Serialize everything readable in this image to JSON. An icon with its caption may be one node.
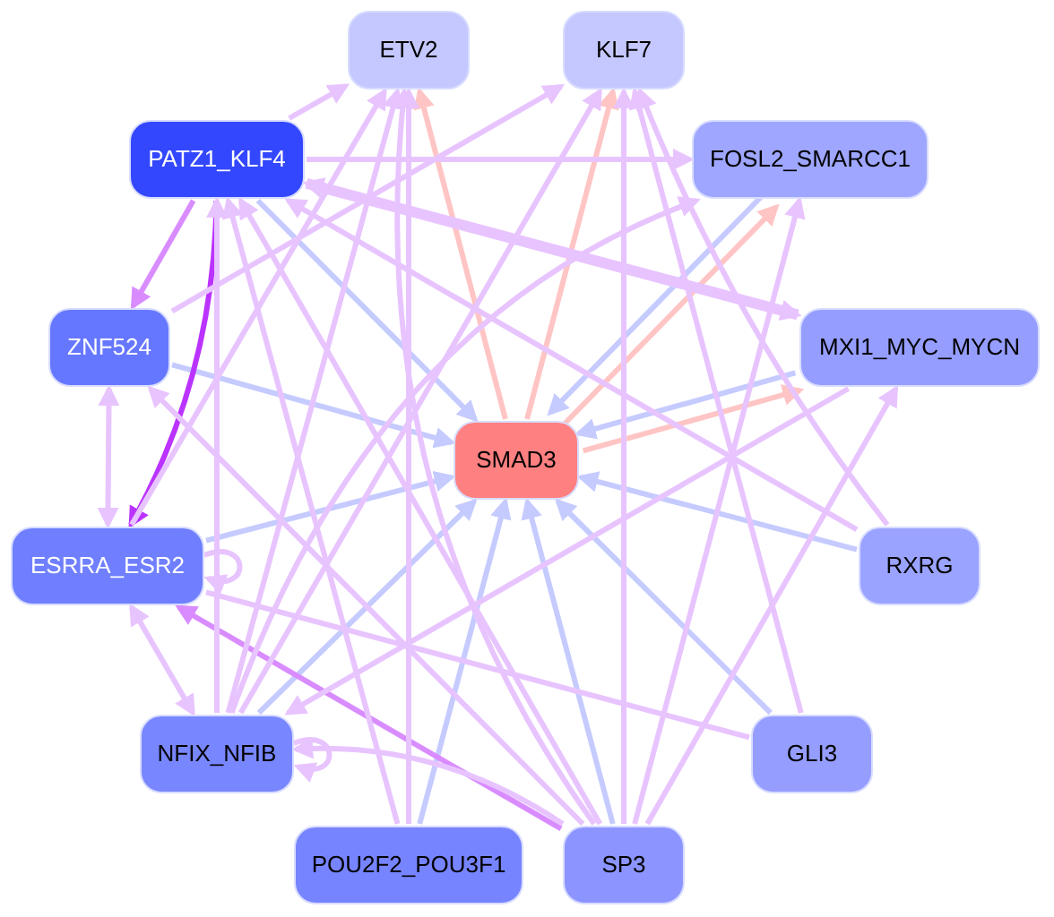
{
  "diagram": {
    "nodes": [
      {
        "text": [
          "ETV2"
        ]
      },
      {
        "text": [
          "KLF7"
        ]
      },
      {
        "text": [
          "PATZ1_KLF4"
        ]
      },
      {
        "text": [
          "FOSL2_SMARCC1"
        ]
      },
      {
        "text": [
          "ZNF524"
        ]
      },
      {
        "text": [
          "SMAD3"
        ]
      },
      {
        "text": [
          "MXI1_MYC_MYCN"
        ]
      },
      {
        "text": [
          "ESRRA_ESR2"
        ]
      },
      {
        "text": [
          "RXRG"
        ]
      },
      {
        "text": [
          "NFIX_NFIB"
        ]
      },
      {
        "text": [
          "GLI3"
        ]
      },
      {
        "text": [
          "POU2F2_POU3F1"
        ]
      },
      {
        "text": [
          "SP3"
        ]
      }
    ],
    "edges": [
      {
        "from": 5,
        "to": 0,
        "arrow": "to",
        "color": "#ffc4c4"
      },
      {
        "from": 5,
        "to": 1,
        "arrow": "to",
        "color": "#ffc4c4"
      },
      {
        "from": 5,
        "to": 3,
        "arrow": "to",
        "color": "#ffc4c4"
      },
      {
        "from": 5,
        "to": 6,
        "arrow": "to",
        "color": "#ffc4c4"
      },
      {
        "from": 2,
        "to": 5,
        "arrow": "to",
        "color": "#c5cbff"
      },
      {
        "from": 4,
        "to": 5,
        "arrow": "to",
        "color": "#c5cbff"
      },
      {
        "from": 7,
        "to": 5,
        "arrow": "to",
        "color": "#c5cbff"
      },
      {
        "from": 9,
        "to": 5,
        "arrow": "to",
        "color": "#c5cbff"
      },
      {
        "from": 11,
        "to": 5,
        "arrow": "to",
        "color": "#c5cbff"
      },
      {
        "from": 12,
        "to": 5,
        "arrow": "to",
        "color": "#c5cbff"
      },
      {
        "from": 10,
        "to": 5,
        "arrow": "to",
        "color": "#c5cbff"
      },
      {
        "from": 8,
        "to": 5,
        "arrow": "to",
        "color": "#c5cbff"
      },
      {
        "from": 3,
        "to": 5,
        "arrow": "to",
        "color": "#c5cbff"
      },
      {
        "from": 6,
        "to": 5,
        "arrow": "to",
        "color": "#c5cbff"
      },
      {
        "from": 2,
        "to": 4,
        "arrow": "to",
        "color": "#d98cff"
      },
      {
        "from": 2,
        "to": 7,
        "arrow": "to",
        "color": "#bb33ff"
      },
      {
        "from": 2,
        "to": 0,
        "arrow": "to"
      },
      {
        "from": 2,
        "to": 3,
        "arrow": "to"
      },
      {
        "from": 2,
        "to": 6,
        "arrow": "to",
        "style": "thick"
      },
      {
        "from": 4,
        "to": 7,
        "arrow": "both"
      },
      {
        "from": 7,
        "to": 9,
        "arrow": "both"
      },
      {
        "from": 7,
        "to": 7,
        "arrow": "to"
      },
      {
        "from": 9,
        "to": 9,
        "arrow": "to"
      },
      {
        "from": 12,
        "to": 7,
        "arrow": "to",
        "color": "#d98cff"
      },
      {
        "from": 12,
        "to": 4,
        "arrow": "to"
      },
      {
        "from": 12,
        "to": 9,
        "arrow": "to"
      },
      {
        "from": 12,
        "to": 2,
        "arrow": "to"
      },
      {
        "from": 12,
        "to": 0,
        "arrow": "to"
      },
      {
        "from": 12,
        "to": 1,
        "arrow": "to"
      },
      {
        "from": 12,
        "to": 3,
        "arrow": "to"
      },
      {
        "from": 12,
        "to": 6,
        "arrow": "to"
      },
      {
        "from": 9,
        "to": 0,
        "arrow": "to"
      },
      {
        "from": 9,
        "to": 1,
        "arrow": "to"
      },
      {
        "from": 9,
        "to": 3,
        "arrow": "to"
      },
      {
        "from": 9,
        "to": 2,
        "arrow": "to"
      },
      {
        "from": 7,
        "to": 0,
        "arrow": "to"
      },
      {
        "from": 4,
        "to": 1,
        "arrow": "to"
      },
      {
        "from": 11,
        "to": 2,
        "arrow": "to"
      },
      {
        "from": 11,
        "to": 0,
        "arrow": "to"
      },
      {
        "from": 10,
        "to": 1,
        "arrow": "to"
      },
      {
        "from": 8,
        "to": 1,
        "arrow": "to"
      },
      {
        "from": 8,
        "to": 2,
        "arrow": "to"
      },
      {
        "from": 6,
        "to": 9,
        "arrow": "to"
      },
      {
        "from": 6,
        "to": 2,
        "arrow": "to"
      },
      {
        "from": 10,
        "to": 7,
        "arrow": "none"
      }
    ]
  }
}
